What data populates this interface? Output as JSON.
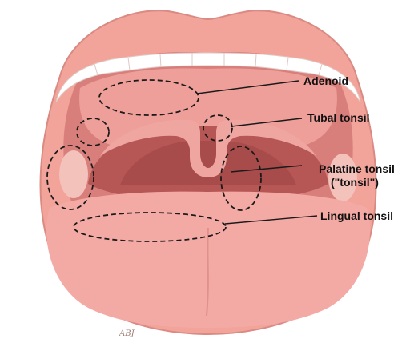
{
  "labels": {
    "adenoid": "Adenoid",
    "tubal": "Tubal tonsil",
    "palatine": "Palatine tonsil",
    "palatine_sub": "(\"tonsil\")",
    "lingual": "Lingual tonsil"
  },
  "signature": "ABJ",
  "colors": {
    "lip": "#f2a39a",
    "palate": "#ec9c96",
    "throat": "#b95b5a",
    "tongue": "#f4aaa4",
    "teeth": "#ffffff",
    "outline": "#1a1a1a"
  }
}
